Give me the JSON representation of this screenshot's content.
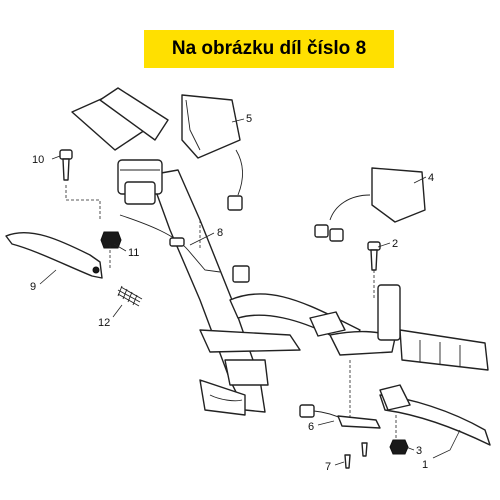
{
  "banner": {
    "text": "Na obrázku díl číslo 8",
    "color": "#ffe000"
  },
  "callouts": [
    {
      "id": "callout-1",
      "label": "1"
    },
    {
      "id": "callout-2",
      "label": "2"
    },
    {
      "id": "callout-3",
      "label": "3"
    },
    {
      "id": "callout-4",
      "label": "4"
    },
    {
      "id": "callout-5",
      "label": "5"
    },
    {
      "id": "callout-6",
      "label": "6"
    },
    {
      "id": "callout-7",
      "label": "7"
    },
    {
      "id": "callout-8",
      "label": "8"
    },
    {
      "id": "callout-9",
      "label": "9"
    },
    {
      "id": "callout-10",
      "label": "10"
    },
    {
      "id": "callout-11",
      "label": "11"
    },
    {
      "id": "callout-12",
      "label": "12"
    }
  ]
}
